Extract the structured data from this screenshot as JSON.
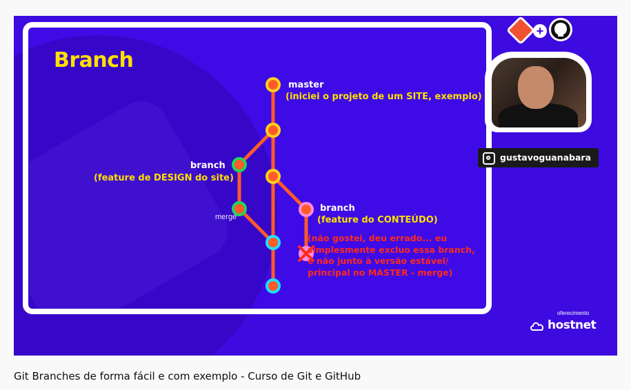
{
  "slide": {
    "title": "Branch",
    "master_label": "master",
    "master_desc": "(iniciei o projeto de um SITE, exemplo)",
    "branch_design_label": "branch",
    "branch_design_desc": "(feature de DESIGN do site)",
    "branch_content_label": "branch",
    "branch_content_desc": "(feature do CONTEÚDO)",
    "merge_label": "merge",
    "note_lines": [
      "(não gostei, deu errado... eu",
      "simplesmente excluo essa branch,",
      "e não junto à versão estável/",
      "principal no MASTER - merge)"
    ]
  },
  "overlay": {
    "instagram_handle": "gustavoguanabara",
    "sponsor_text": "oferecimento",
    "sponsor_brand": "hostnet",
    "logos": [
      "git-icon",
      "plus-icon",
      "github-icon"
    ]
  },
  "caption": {
    "video_title": "Git Branches de forma fácil e com exemplo - Curso de Git e GitHub"
  },
  "colors": {
    "background": "#3d0ae0",
    "yellow": "#ffe000",
    "line": "#ff5a2a",
    "node_yellow": "#ffd21a",
    "node_green": "#22d65a",
    "node_cyan": "#1ee0ff",
    "node_pink": "#ff8ad6",
    "red": "#ff2a1a"
  }
}
